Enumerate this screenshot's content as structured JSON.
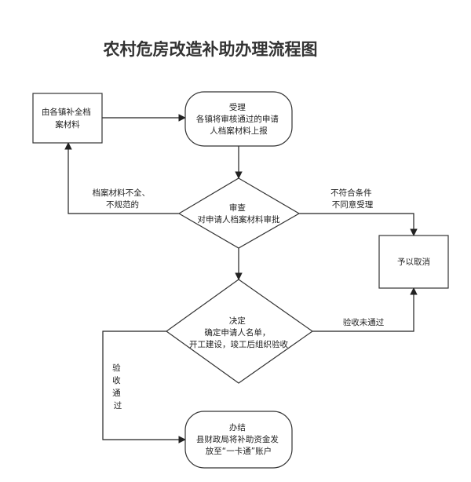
{
  "title": "农村危房改造补助办理流程图",
  "nodes": {
    "supplement": {
      "lines": [
        "由各镇补全档",
        "案材料"
      ]
    },
    "accept": {
      "lines": [
        "受理",
        "各镇将审核通过的申请",
        "人档案材料上报"
      ]
    },
    "review": {
      "lines": [
        "审查",
        "对申请人档案材料审批"
      ]
    },
    "cancel": {
      "lines": [
        "予以取消"
      ]
    },
    "decide": {
      "lines": [
        "决定",
        "确定申请人名单，",
        "开工建设，竣工后组织验收"
      ]
    },
    "finish": {
      "lines": [
        "办结",
        "县财政局将补助资金发",
        "放至“一卡通”账户"
      ]
    }
  },
  "edges": {
    "incomplete": {
      "lines": [
        "档案材料不全、",
        "不规范的"
      ]
    },
    "not_qualified": {
      "lines": [
        "不符合条件",
        "不同意受理"
      ]
    },
    "inspection_failed": {
      "lines": [
        "验收未通过"
      ]
    },
    "inspection_passed": {
      "lines": [
        "验",
        "收",
        "通",
        "过"
      ]
    }
  }
}
